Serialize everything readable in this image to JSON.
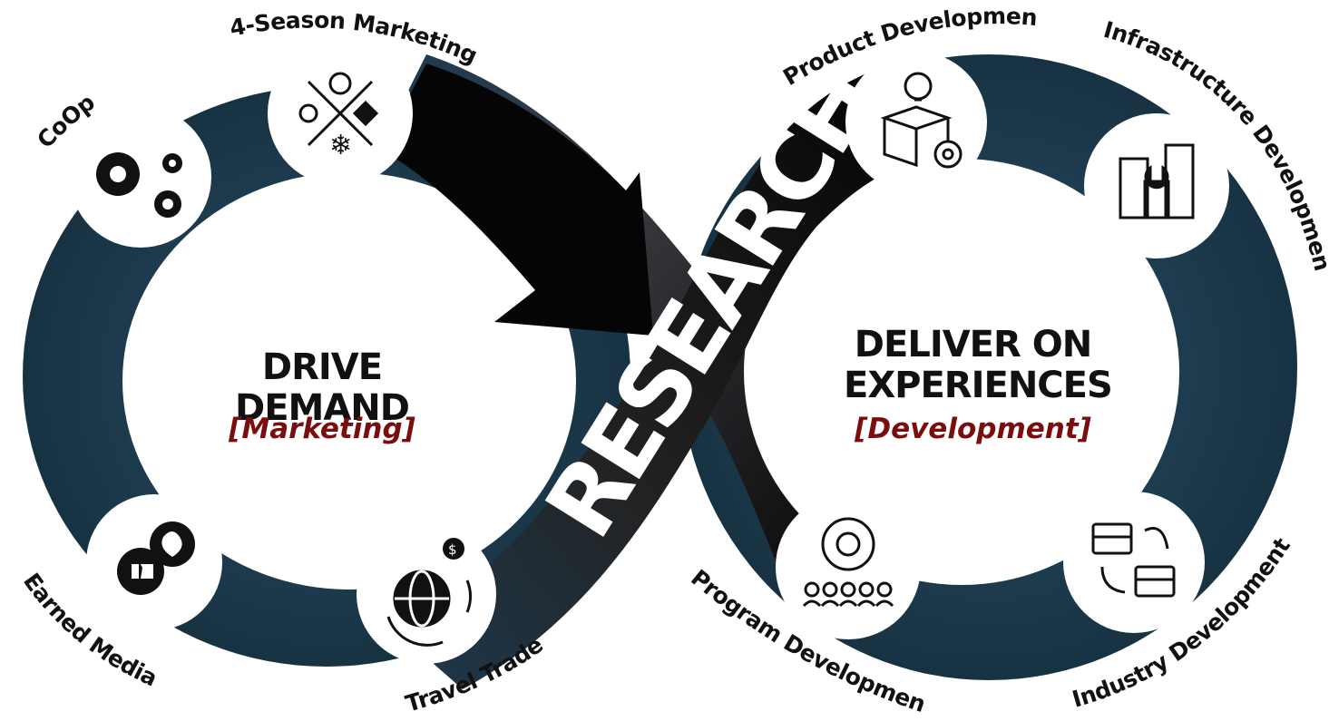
{
  "left_loop": {
    "title": "DRIVE DEMAND",
    "subtitle": "[Marketing]",
    "items": [
      {
        "label": "CoOp",
        "icon": "gears-icon"
      },
      {
        "label": "4-Season Marketing",
        "icon": "four-seasons-icon"
      },
      {
        "label": "Earned Media",
        "icon": "social-chat-like-icon"
      },
      {
        "label": "Travel Trade",
        "icon": "globe-money-icon"
      }
    ]
  },
  "right_loop": {
    "title_line1": "DELIVER ON",
    "title_line2": "EXPERIENCES",
    "subtitle": "[Development]",
    "items": [
      {
        "label": "Product Development",
        "icon": "idea-box-gear-icon"
      },
      {
        "label": "Infrastructure Development",
        "icon": "buildings-wrench-icon"
      },
      {
        "label": "Program Development",
        "icon": "idea-gear-people-icon"
      },
      {
        "label": "Industry Development",
        "icon": "briefcase-cycle-icon"
      }
    ]
  },
  "center": {
    "label": "RESEARCH"
  },
  "colors": {
    "ring": "#1d3a50",
    "band": "#0a0a0a",
    "accent": "#7a0d0d",
    "text": "#111111"
  }
}
